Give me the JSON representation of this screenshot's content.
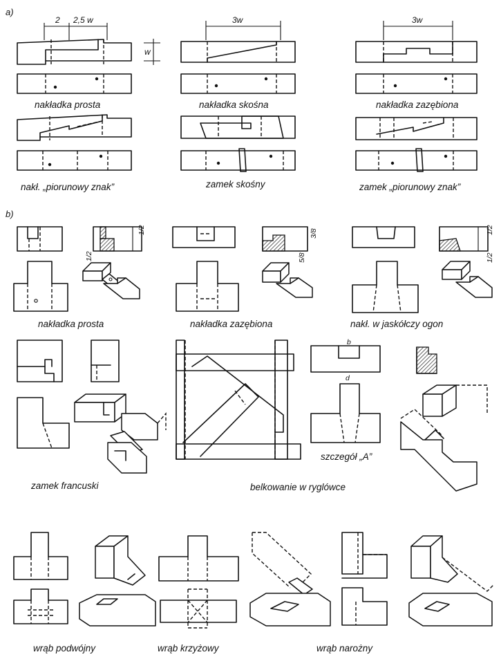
{
  "section_labels": {
    "a": "a)",
    "b": "b)"
  },
  "dimensions": {
    "d2": "2",
    "d25w": "2,5 w",
    "w": "w",
    "d3w_1": "3w",
    "d3w_2": "3w",
    "half_1": "1/2",
    "half_2": "1/2",
    "half_3": "1/2",
    "half_4": "1/2",
    "three_eighths": "3/8",
    "five_eighths": "5/8",
    "b_mark": "b",
    "d_mark": "d"
  },
  "captions": {
    "a1": "nakładka prosta",
    "a2": "nakładka skośna",
    "a3": "nakładka zazębiona",
    "a4": "nakł. „piorunowy znak”",
    "a5": "zamek skośny",
    "a6": "zamek „piorunowy znak”",
    "b1": "nakładka prosta",
    "b2": "nakładka zazębiona",
    "b3": "nakł. w jaskółczy ogon",
    "b4": "zamek francuski",
    "b5": "belkowanie w ryglówce",
    "b6": "szczegół „A”",
    "b7": "wrąb podwójny",
    "b8": "wrąb krzyżowy",
    "b9": "wrąb narożny"
  }
}
